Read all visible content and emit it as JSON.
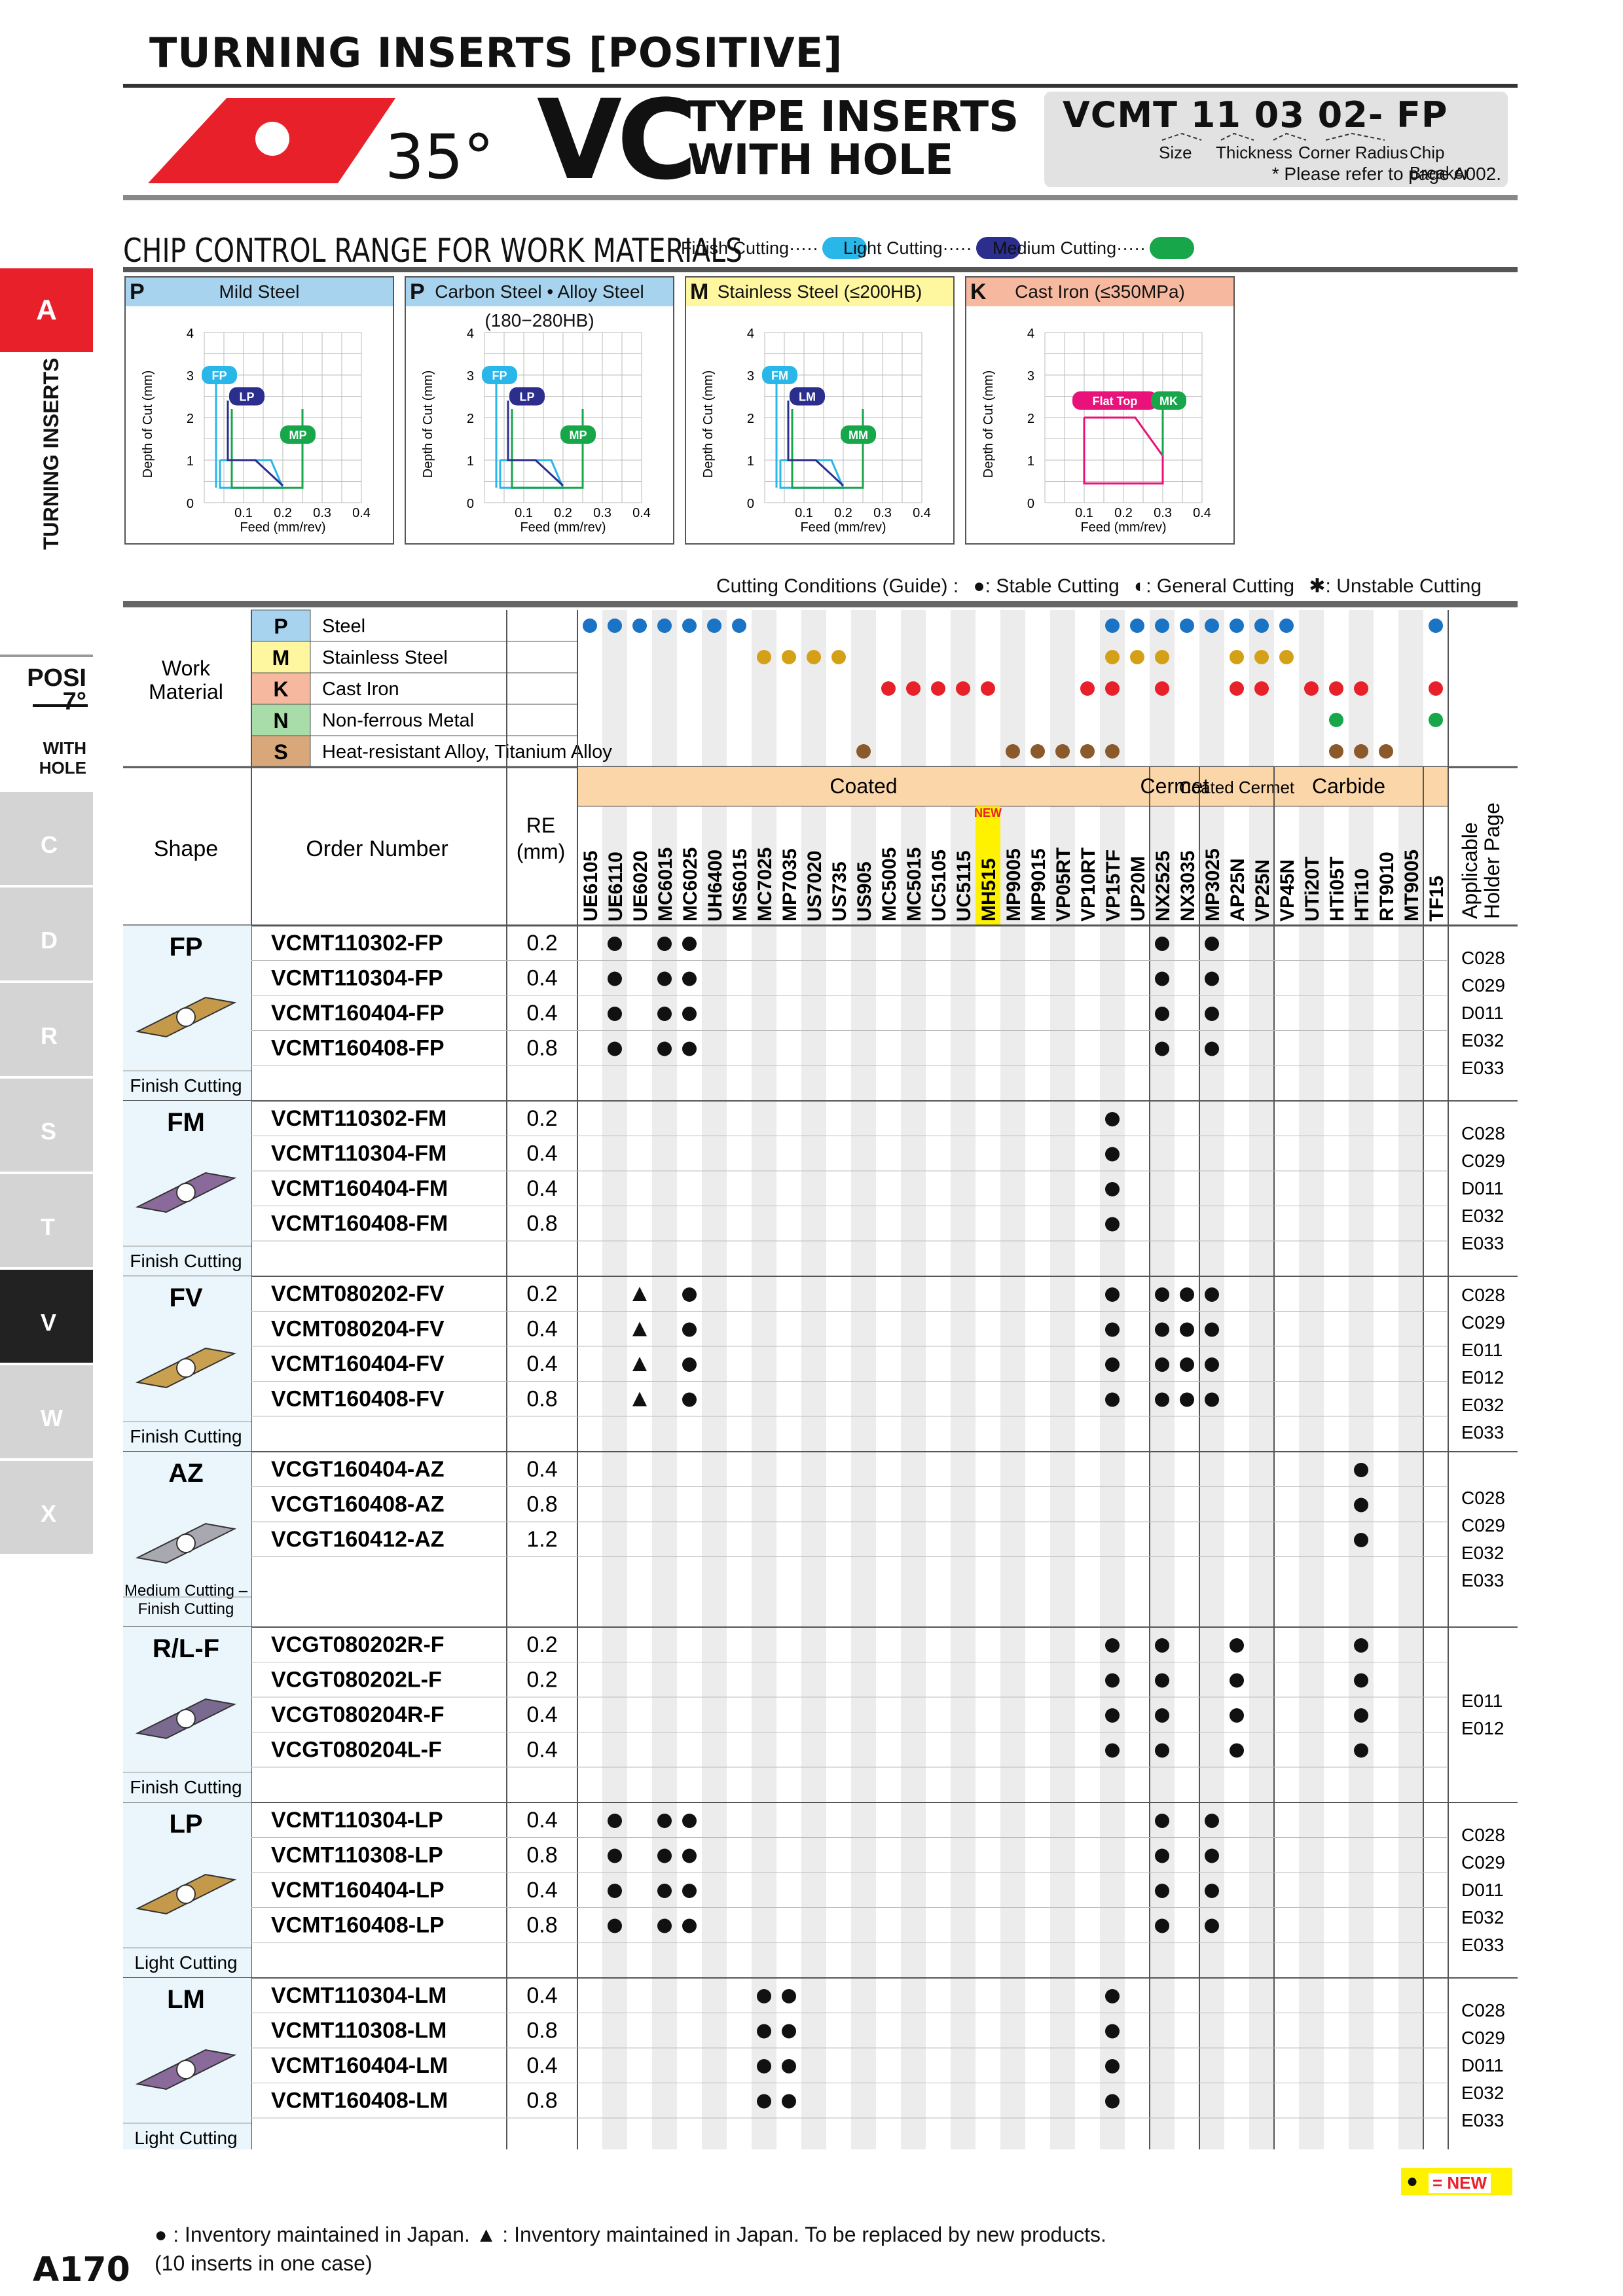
{
  "header": {
    "title": "TURNING INSERTS [POSITIVE]",
    "angle": "35°",
    "type_big": "VC",
    "type_line1": "TYPE INSERTS",
    "type_line2": "WITH HOLE"
  },
  "code_box": {
    "code": "VCMT  11 03 02- FP",
    "labels": [
      "Size",
      "Thickness",
      "Corner Radius",
      "Chip Breaker"
    ],
    "ref": "* Please refer to page A002."
  },
  "sidebar": {
    "section": "A",
    "label": "TURNING INSERTS",
    "posi": "POSI",
    "posi_angle": "7°",
    "with": "WITH",
    "hole": "HOLE",
    "shapes": [
      "C",
      "D",
      "R",
      "S",
      "T",
      "V",
      "W",
      "X"
    ]
  },
  "chip_control": {
    "title": "CHIP CONTROL RANGE FOR WORK MATERIALS",
    "legend": [
      {
        "label": "Finish Cutting",
        "color": "#29b6e8"
      },
      {
        "label": "Light Cutting",
        "color": "#2b2e8c"
      },
      {
        "label": "Medium Cutting",
        "color": "#17a64a"
      }
    ],
    "ylabel": "Depth of Cut (mm)",
    "xlabel": "Feed (mm/rev)",
    "xticks": [
      "0.1",
      "0.2",
      "0.3",
      "0.4"
    ],
    "yticks": [
      "0",
      "1",
      "2",
      "3",
      "4"
    ],
    "panels": [
      {
        "letter": "P",
        "name": "Mild Steel",
        "bg": "#a8d3ef",
        "labels": [
          "FP",
          "LP",
          "MP"
        ]
      },
      {
        "letter": "P",
        "name": "Carbon Steel • Alloy Steel (180−280HB)",
        "bg": "#a8d3ef",
        "labels": [
          "FP",
          "LP",
          "MP"
        ]
      },
      {
        "letter": "M",
        "name": "Stainless Steel (≤200HB)",
        "bg": "#fff6a0",
        "labels": [
          "FM",
          "LM",
          "MM"
        ]
      },
      {
        "letter": "K",
        "name": "Cast Iron (≤350MPa)",
        "bg": "#f6b9a0",
        "labels": [
          "Flat Top",
          "MK"
        ]
      }
    ]
  },
  "conditions": {
    "title": "Cutting Conditions (Guide) :",
    "stable": ": Stable Cutting",
    "general": ": General Cutting",
    "unstable": ": Unstable Cutting"
  },
  "table": {
    "work_material_label": "Work Material",
    "materials": [
      {
        "code": "P",
        "name": "Steel",
        "color": "#a8d3ef"
      },
      {
        "code": "M",
        "name": "Stainless Steel",
        "color": "#fff6a0"
      },
      {
        "code": "K",
        "name": "Cast Iron",
        "color": "#f6b9a0"
      },
      {
        "code": "N",
        "name": "Non-ferrous Metal",
        "color": "#a8dca8"
      },
      {
        "code": "S",
        "name": "Heat-resistant Alloy, Titanium Alloy",
        "color": "#d9a87a"
      }
    ],
    "groups": [
      {
        "name": "Coated",
        "span": 23
      },
      {
        "name": "Cermet",
        "span": 2
      },
      {
        "name": "Coated Cermet",
        "span": 3
      },
      {
        "name": "Carbide",
        "span": 6
      }
    ],
    "new_grade": "NEW",
    "grades": [
      "UE6105",
      "UE6110",
      "UE6020",
      "MC6015",
      "MC6025",
      "UH6400",
      "MS6015",
      "MC7025",
      "MP7035",
      "US7020",
      "US735",
      "US905",
      "MC5005",
      "MC5015",
      "UC5105",
      "UC5115",
      "MH515",
      "MP9005",
      "MP9015",
      "VP05RT",
      "VP10RT",
      "VP15TF",
      "UP20M",
      "NX2525",
      "NX3035",
      "MP3025",
      "AP25N",
      "VP25N",
      "VP45N",
      "UTi20T",
      "HTi05T",
      "HTi10",
      "RT9010",
      "MT9005",
      "TF15"
    ],
    "head_shape": "Shape",
    "head_order": "Order Number",
    "head_re": "RE",
    "head_re_unit": "(mm)",
    "head_holder": "Applicable Holder Page",
    "sections": [
      {
        "shape": "FP",
        "desc": "Finish Cutting",
        "color": "#c49a4a",
        "rows": [
          [
            "VCMT110302-FP",
            "0.2"
          ],
          [
            "VCMT110304-FP",
            "0.4"
          ],
          [
            "VCMT160404-FP",
            "0.4"
          ],
          [
            "VCMT160408-FP",
            "0.8"
          ]
        ],
        "marks": {
          "1": "●",
          "3": "●",
          "4": "●",
          "23": "●",
          "25": "●"
        },
        "holders": [
          "C028",
          "C029",
          "D011",
          "E032",
          "E033"
        ]
      },
      {
        "shape": "FM",
        "desc": "Finish Cutting",
        "color": "#8a6a9a",
        "rows": [
          [
            "VCMT110302-FM",
            "0.2"
          ],
          [
            "VCMT110304-FM",
            "0.4"
          ],
          [
            "VCMT160404-FM",
            "0.4"
          ],
          [
            "VCMT160408-FM",
            "0.8"
          ]
        ],
        "marks": {
          "21": "●"
        },
        "holders": [
          "C028",
          "C029",
          "D011",
          "E032",
          "E033"
        ]
      },
      {
        "shape": "FV",
        "desc": "Finish Cutting",
        "color": "#c8a050",
        "rows": [
          [
            "VCMT080202-FV",
            "0.2"
          ],
          [
            "VCMT080204-FV",
            "0.4"
          ],
          [
            "VCMT160404-FV",
            "0.4"
          ],
          [
            "VCMT160408-FV",
            "0.8"
          ]
        ],
        "marks": {
          "0": "",
          "2": "▲",
          "4": "●",
          "21": "●",
          "23": "●",
          "24": "●",
          "25": "●"
        },
        "holders": [
          "C028",
          "C029",
          "E011",
          "E012",
          "E032",
          "E033"
        ]
      },
      {
        "shape": "AZ",
        "desc": "Medium Cutting – Finish Cutting",
        "color": "#a8a8b0",
        "rows": [
          [
            "VCGT160404-AZ",
            "0.4"
          ],
          [
            "VCGT160408-AZ",
            "0.8"
          ],
          [
            "VCGT160412-AZ",
            "1.2"
          ]
        ],
        "marks": {
          "31": "●"
        },
        "holders": [
          "C028",
          "C029",
          "E032",
          "E033"
        ]
      },
      {
        "shape": "R/L-F",
        "desc": "Finish Cutting",
        "color": "#7a6a90",
        "rows": [
          [
            "VCGT080202R-F",
            "0.2"
          ],
          [
            "VCGT080202L-F",
            "0.2"
          ],
          [
            "VCGT080204R-F",
            "0.4"
          ],
          [
            "VCGT080204L-F",
            "0.4"
          ]
        ],
        "marks": {
          "21": "●",
          "23": "●",
          "26": "●",
          "31": "●"
        },
        "holders": [
          "E011",
          "E012"
        ]
      },
      {
        "shape": "LP",
        "desc": "Light Cutting",
        "color": "#c49a4a",
        "rows": [
          [
            "VCMT110304-LP",
            "0.4"
          ],
          [
            "VCMT110308-LP",
            "0.8"
          ],
          [
            "VCMT160404-LP",
            "0.4"
          ],
          [
            "VCMT160408-LP",
            "0.8"
          ]
        ],
        "marks": {
          "1": "●",
          "3": "●",
          "4": "●",
          "23": "●",
          "25": "●"
        },
        "holders": [
          "C028",
          "C029",
          "D011",
          "E032",
          "E033"
        ]
      },
      {
        "shape": "LM",
        "desc": "Light Cutting",
        "color": "#8a6a9a",
        "rows": [
          [
            "VCMT110304-LM",
            "0.4"
          ],
          [
            "VCMT110308-LM",
            "0.8"
          ],
          [
            "VCMT160404-LM",
            "0.4"
          ],
          [
            "VCMT160408-LM",
            "0.8"
          ]
        ],
        "marks": {
          "7": "●",
          "8": "●",
          "21": "●"
        },
        "holders": [
          "C028",
          "C029",
          "D011",
          "E032",
          "E033"
        ]
      }
    ]
  },
  "footer": {
    "note1": "● : Inventory maintained in Japan.   ▲ : Inventory maintained in Japan. To be replaced by new products.",
    "note2": "(10 inserts in one case)",
    "page": "A170",
    "new_legend": "= NEW"
  }
}
